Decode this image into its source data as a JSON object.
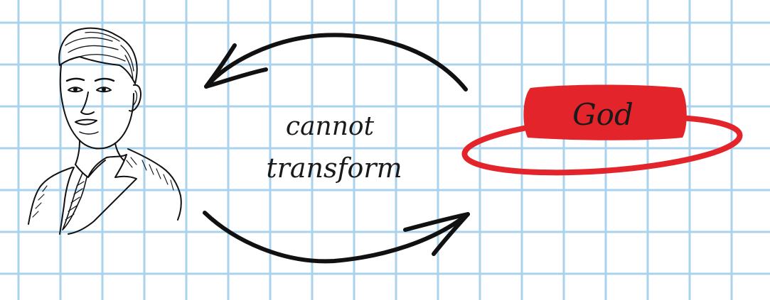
{
  "colors": {
    "background": "#ffffff",
    "grid": "#a9d2ec",
    "ink": "#111111",
    "accent": "#e3242b"
  },
  "figure": {
    "icon": "man-in-suit-sketch"
  },
  "caption": {
    "line1": "cannot",
    "line2": "transform"
  },
  "target": {
    "label": "God"
  },
  "arrows": [
    {
      "name": "arrow-to-person",
      "direction": "right-to-left"
    },
    {
      "name": "arrow-to-god",
      "direction": "left-to-right"
    }
  ]
}
